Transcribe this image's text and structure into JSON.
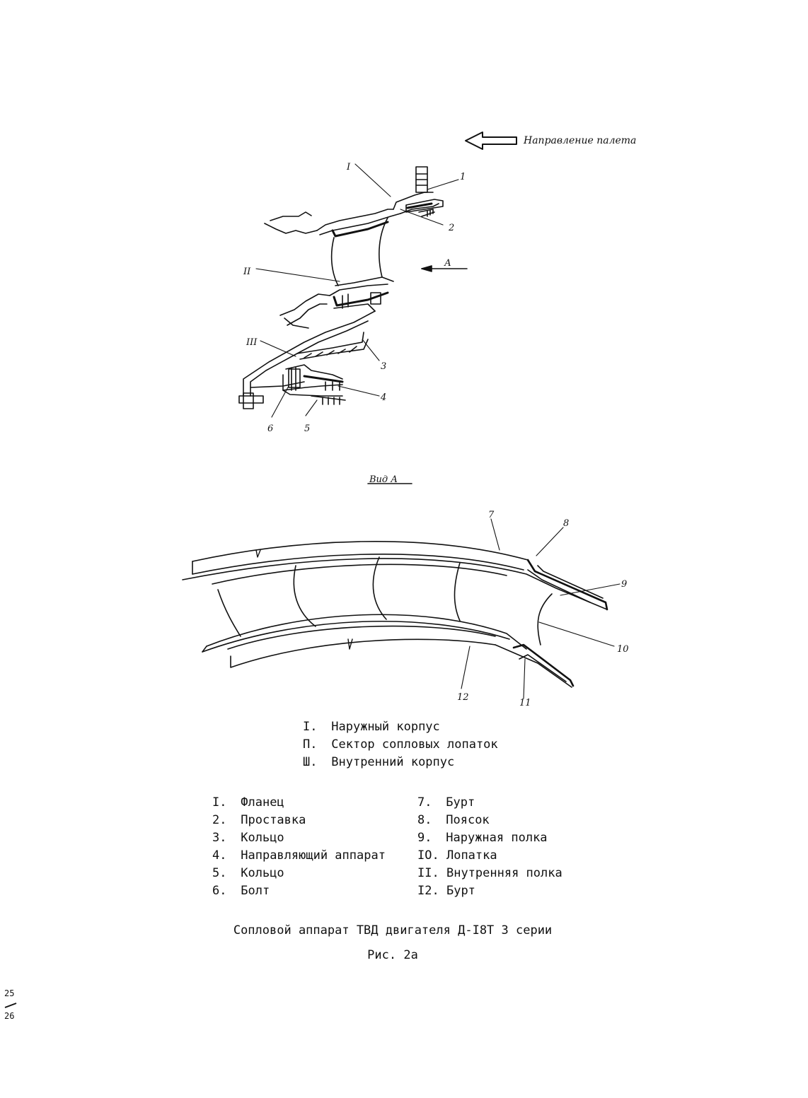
{
  "drawing": {
    "flight_direction": "Направление палета",
    "view_label_A": "А",
    "view_title": "Вид А",
    "roman_callouts": [
      "I",
      "II",
      "III"
    ],
    "number_callouts": [
      "1",
      "2",
      "3",
      "4",
      "5",
      "6",
      "7",
      "8",
      "9",
      "10",
      "11",
      "12"
    ]
  },
  "legend_roman": [
    {
      "num": "I.",
      "text": "Наружный корпус"
    },
    {
      "num": "П.",
      "text": "Сектор сопловых лопаток"
    },
    {
      "num": "Ш.",
      "text": "Внутренний корпус"
    }
  ],
  "legend_left": [
    {
      "num": "I.",
      "text": "Фланец"
    },
    {
      "num": "2.",
      "text": "Проставка"
    },
    {
      "num": "3.",
      "text": "Кольцо"
    },
    {
      "num": "4.",
      "text": "Направляющий аппарат"
    },
    {
      "num": "5.",
      "text": "Кольцо"
    },
    {
      "num": "6.",
      "text": "Болт"
    }
  ],
  "legend_right": [
    {
      "num": "7.",
      "text": "Бурт"
    },
    {
      "num": "8.",
      "text": "Поясок"
    },
    {
      "num": "9.",
      "text": "Наружная полка"
    },
    {
      "num": "IO.",
      "text": "Лопатка"
    },
    {
      "num": "II.",
      "text": "Внутренняя полка"
    },
    {
      "num": "I2.",
      "text": "Бурт"
    }
  ],
  "caption": {
    "title": "Сопловой аппарат ТВД двигателя Д-I8Т 3 серии",
    "figure": "Рис. 2а"
  },
  "page_numbers": [
    "25",
    "26"
  ]
}
